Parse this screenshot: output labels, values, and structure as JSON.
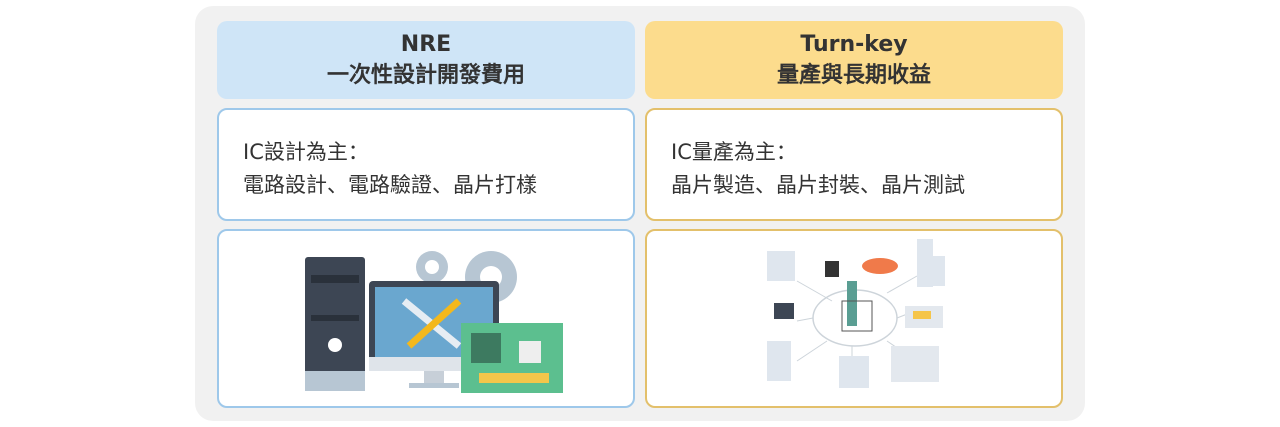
{
  "columns": [
    {
      "title": "NRE",
      "subtitle": "一次性設計開發費用",
      "line1": "IC設計為主：",
      "line2": "電路設計、電路驗證、晶片打樣",
      "illustration": "computer-tools-icon"
    },
    {
      "title": "Turn-key",
      "subtitle": "量產與長期收益",
      "line1": "IC量產為主：",
      "line2": "晶片製造、晶片封裝、晶片測試",
      "illustration": "semiconductor-fab-icon"
    }
  ],
  "colors": {
    "nre_header": "#cfe5f7",
    "turnkey_header": "#fcdc8d",
    "nre_border": "#9ec8ea",
    "turnkey_border": "#e3c06b"
  }
}
